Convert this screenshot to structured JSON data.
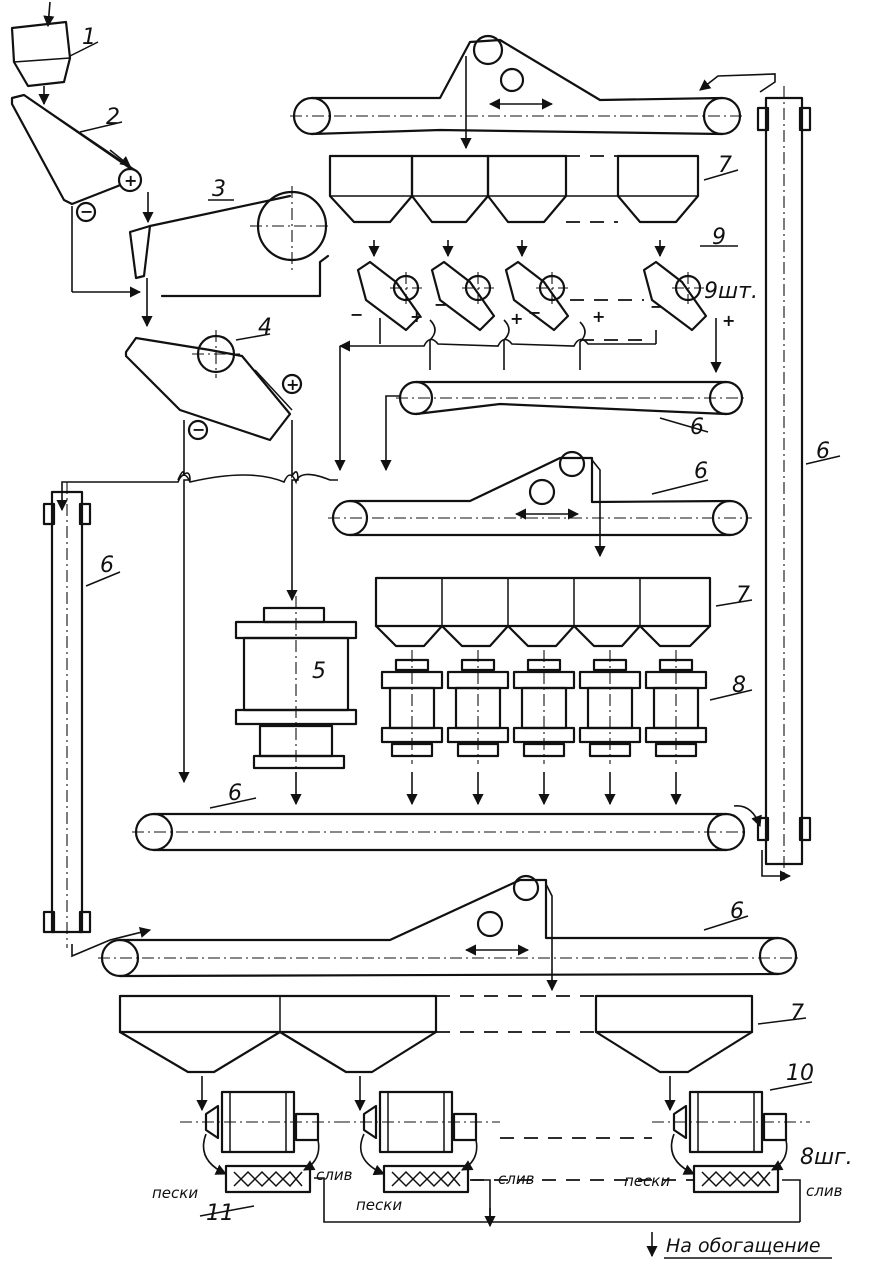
{
  "labels": {
    "n1": "1",
    "n2": "2",
    "n3": "3",
    "n4": "4",
    "n5": "5",
    "n6": "6",
    "n7": "7",
    "n8": "8",
    "n9": "9",
    "n10": "10",
    "n11": "11",
    "count9": "9шт.",
    "count10": "8шг.",
    "peski": "пески",
    "sliv": "слив",
    "output": "На обогащение"
  },
  "signs": {
    "plus": "+",
    "minus": "−"
  }
}
